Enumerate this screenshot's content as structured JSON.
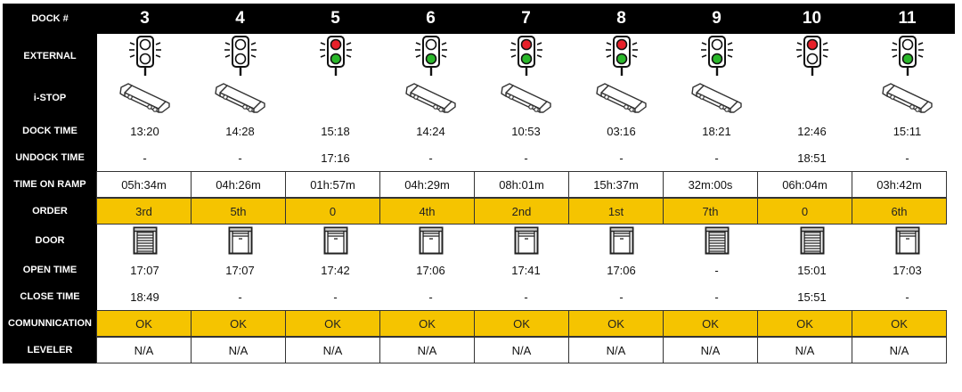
{
  "row_labels": {
    "dock": "DOCK #",
    "external": "EXTERNAL",
    "istop": "i-STOP",
    "dock_time": "DOCK TIME",
    "undock_time": "UNDOCK TIME",
    "time_on_ramp": "TIME ON RAMP",
    "order": "ORDER",
    "door": "DOOR",
    "open_time": "OPEN TIME",
    "close_time": "CLOSE TIME",
    "communication": "COMUNNICATION",
    "leveler": "LEVELER"
  },
  "colors": {
    "header_bg": "#000000",
    "highlight": "#f5c400",
    "red_light": "#e8202a",
    "green_light": "#2ab82a"
  },
  "icons": {
    "external": "traffic-light-icon",
    "istop": "truck-icon",
    "door": "dock-door-icon"
  },
  "docks": [
    {
      "number": "3",
      "top_light": "off",
      "bottom_light": "off",
      "truck": true,
      "dock_time": "13:20",
      "undock_time": "-",
      "time_on_ramp": "05h:34m",
      "order": "3rd",
      "door": "closed",
      "open_time": "17:07",
      "close_time": "18:49",
      "communication": "OK",
      "leveler": "N/A"
    },
    {
      "number": "4",
      "top_light": "off",
      "bottom_light": "off",
      "truck": true,
      "dock_time": "14:28",
      "undock_time": "-",
      "time_on_ramp": "04h:26m",
      "order": "5th",
      "door": "open",
      "open_time": "17:07",
      "close_time": "-",
      "communication": "OK",
      "leveler": "N/A"
    },
    {
      "number": "5",
      "top_light": "red",
      "bottom_light": "green",
      "truck": false,
      "dock_time": "15:18",
      "undock_time": "17:16",
      "time_on_ramp": "01h:57m",
      "order": "0",
      "door": "open",
      "open_time": "17:42",
      "close_time": "-",
      "communication": "OK",
      "leveler": "N/A"
    },
    {
      "number": "6",
      "top_light": "off",
      "bottom_light": "green",
      "truck": true,
      "dock_time": "14:24",
      "undock_time": "-",
      "time_on_ramp": "04h:29m",
      "order": "4th",
      "door": "open",
      "open_time": "17:06",
      "close_time": "-",
      "communication": "OK",
      "leveler": "N/A"
    },
    {
      "number": "7",
      "top_light": "red",
      "bottom_light": "green",
      "truck": true,
      "dock_time": "10:53",
      "undock_time": "-",
      "time_on_ramp": "08h:01m",
      "order": "2nd",
      "door": "open",
      "open_time": "17:41",
      "close_time": "-",
      "communication": "OK",
      "leveler": "N/A"
    },
    {
      "number": "8",
      "top_light": "red",
      "bottom_light": "green",
      "truck": true,
      "dock_time": "03:16",
      "undock_time": "-",
      "time_on_ramp": "15h:37m",
      "order": "1st",
      "door": "open",
      "open_time": "17:06",
      "close_time": "-",
      "communication": "OK",
      "leveler": "N/A"
    },
    {
      "number": "9",
      "top_light": "off",
      "bottom_light": "green",
      "truck": true,
      "dock_time": "18:21",
      "undock_time": "-",
      "time_on_ramp": "32m:00s",
      "order": "7th",
      "door": "closed",
      "open_time": "-",
      "close_time": "-",
      "communication": "OK",
      "leveler": "N/A"
    },
    {
      "number": "10",
      "top_light": "red",
      "bottom_light": "off",
      "truck": false,
      "dock_time": "12:46",
      "undock_time": "18:51",
      "time_on_ramp": "06h:04m",
      "order": "0",
      "door": "closed",
      "open_time": "15:01",
      "close_time": "15:51",
      "communication": "OK",
      "leveler": "N/A"
    },
    {
      "number": "11",
      "top_light": "off",
      "bottom_light": "green",
      "truck": true,
      "dock_time": "15:11",
      "undock_time": "-",
      "time_on_ramp": "03h:42m",
      "order": "6th",
      "door": "open",
      "open_time": "17:03",
      "close_time": "-",
      "communication": "OK",
      "leveler": "N/A"
    }
  ]
}
